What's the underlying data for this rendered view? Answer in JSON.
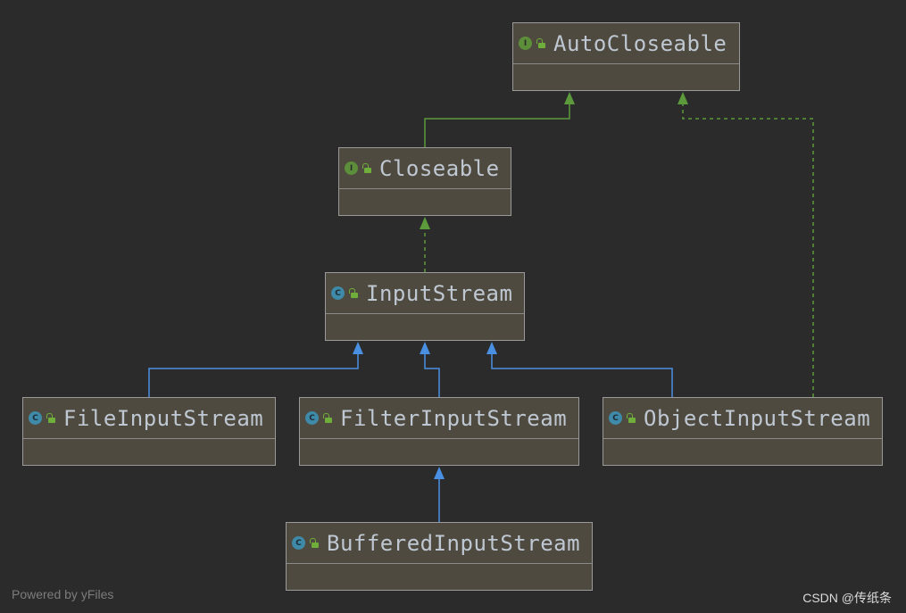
{
  "nodes": [
    {
      "id": "autocloseable",
      "kind": "I",
      "name": "AutoCloseable"
    },
    {
      "id": "closeable",
      "kind": "I",
      "name": "Closeable"
    },
    {
      "id": "inputstream",
      "kind": "C",
      "name": "InputStream"
    },
    {
      "id": "fileinputstream",
      "kind": "C",
      "name": "FileInputStream"
    },
    {
      "id": "filterinputstream",
      "kind": "C",
      "name": "FilterInputStream"
    },
    {
      "id": "objectinputstream",
      "kind": "C",
      "name": "ObjectInputStream"
    },
    {
      "id": "bufferedinputstream",
      "kind": "C",
      "name": "BufferedInputStream"
    }
  ],
  "edges": [
    {
      "from": "closeable",
      "to": "autocloseable",
      "relation": "extends-interface",
      "style": "solid",
      "color": "#5d9a3c"
    },
    {
      "from": "inputstream",
      "to": "closeable",
      "relation": "implements",
      "style": "dashed",
      "color": "#5d9a3c"
    },
    {
      "from": "objectinputstream",
      "to": "autocloseable",
      "relation": "implements",
      "style": "dashed",
      "color": "#5d9a3c"
    },
    {
      "from": "fileinputstream",
      "to": "inputstream",
      "relation": "extends",
      "style": "solid",
      "color": "#4a90e2"
    },
    {
      "from": "filterinputstream",
      "to": "inputstream",
      "relation": "extends",
      "style": "solid",
      "color": "#4a90e2"
    },
    {
      "from": "objectinputstream",
      "to": "inputstream",
      "relation": "extends",
      "style": "solid",
      "color": "#4a90e2"
    },
    {
      "from": "bufferedinputstream",
      "to": "filterinputstream",
      "relation": "extends",
      "style": "solid",
      "color": "#4a90e2"
    }
  ],
  "footer": {
    "left": "Powered by yFiles",
    "right": "CSDN @传纸条"
  }
}
